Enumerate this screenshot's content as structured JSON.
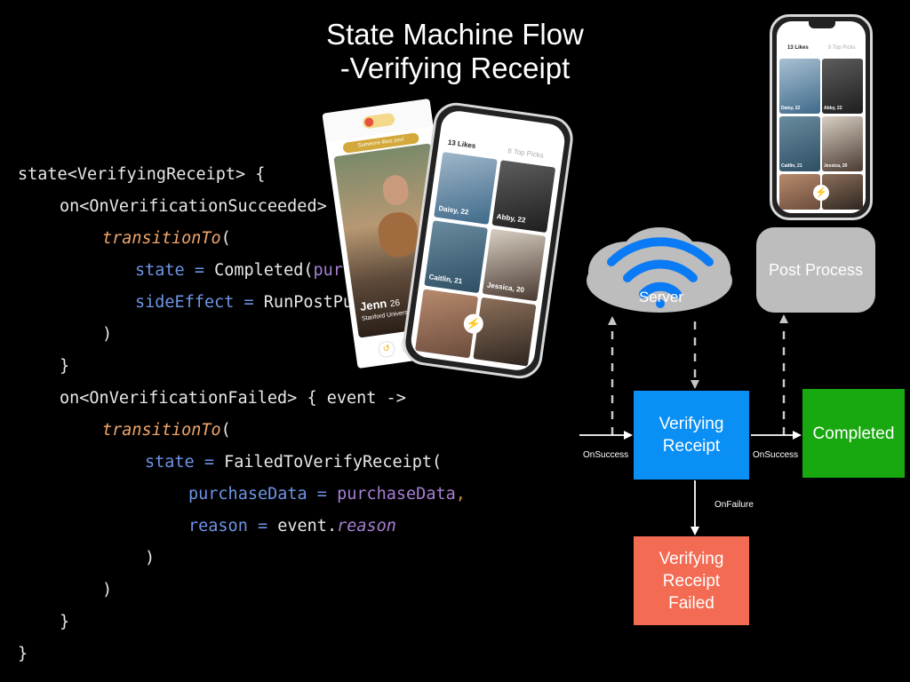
{
  "title": {
    "line1": "State Machine Flow",
    "line2": "-Verifying Receipt"
  },
  "code": {
    "line1": "state<VerifyingReceipt> {",
    "line2": "on<OnVerificationSucceeded>",
    "line3_fn": "transitionTo",
    "line3_paren": "(",
    "line4_key": "state = ",
    "line4_val": "Completed(",
    "line4_tail": "pur",
    "line5_key": "sideEffect = ",
    "line5_val": "RunPostPu",
    "line6": ")",
    "line7": "}",
    "line8": "on<OnVerificationFailed> { event ->",
    "line9_fn": "transitionTo",
    "line9_paren": "(",
    "line10_key": "state = ",
    "line10_val": "FailedToVerifyReceipt(",
    "line11_key": "purchaseData = ",
    "line11_val": "purchaseData",
    "line11_comma": ",",
    "line12_key": "reason = ",
    "line12_obj": "event.",
    "line12_val": "reason",
    "line13": ")",
    "line14": ")",
    "line15": "}",
    "line16": "}"
  },
  "phones": {
    "card_name": "Jenn",
    "card_age": "26",
    "card_school": "Stanford Univers",
    "card_banner": "Someone likes you!",
    "left_likes": "13 Likes",
    "left_picks": "8 Top Picks",
    "left_p1": "Daisy, 22",
    "left_p2": "Abby, 22",
    "left_p3": "Caitlin, 21",
    "left_p4": "Jessica, 20",
    "right_likes": "13 Likes",
    "right_picks": "8 Top Picks",
    "right_p1": "Daisy, 22",
    "right_p2": "Abby, 22",
    "right_p3": "Caitlin, 21",
    "right_p4": "Jessica, 20"
  },
  "diagram": {
    "server": "Server",
    "post_process": "Post Process",
    "verifying": "Verifying Receipt",
    "completed": "Completed",
    "failed": "Verifying Receipt Failed",
    "on_success_left": "OnSuccess",
    "on_success_right": "OnSuccess",
    "on_failure": "OnFailure"
  },
  "colors": {
    "verifying": "#0a8ff5",
    "completed": "#18a80f",
    "failed": "#f36b52",
    "cloud": "#bdbdbd",
    "wifi": "#0a7bf5"
  }
}
